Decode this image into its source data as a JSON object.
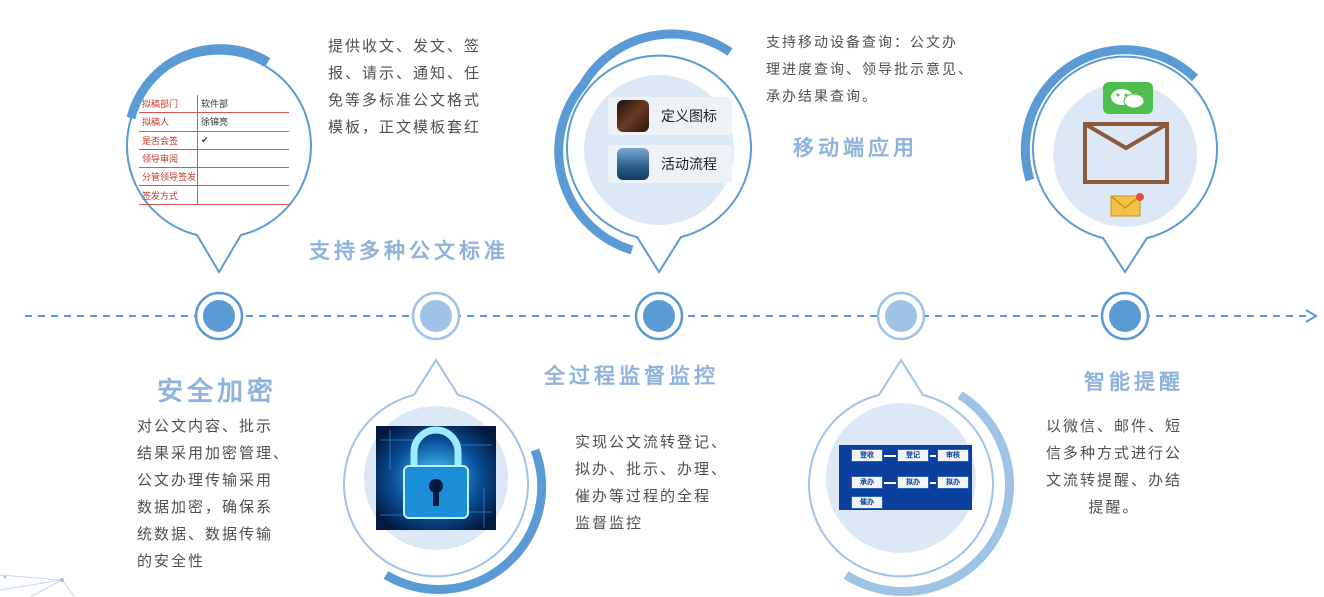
{
  "features": {
    "standards": {
      "title": "支持多种公文标准",
      "desc": "提供收文、发文、签\n报、请示、通知、任\n免等多标准公文格式\n模板，正文模板套红"
    },
    "mobile": {
      "title": "移动端应用",
      "desc": "支持移动设备查询：公文办\n理进度查询、领导批示意见、\n承办结果查询。"
    },
    "security": {
      "title": "安全加密",
      "desc": "对公文内容、批示\n结果采用加密管理、\n公文办理传输采用\n数据加密，确保系\n统数据、数据传输\n的安全性"
    },
    "monitoring": {
      "title": "全过程监督监控",
      "desc": "实现公文流转登记、\n拟办、批示、办理、\n催办等过程的全程\n监督监控"
    },
    "reminder": {
      "title": "智能提醒",
      "desc": "以微信、邮件、短\n信多种方式进行公\n文流转提醒、办结\n提醒。"
    }
  },
  "form": {
    "rows": [
      {
        "label": "拟稿部门",
        "value": "软件部"
      },
      {
        "label": "拟稿人",
        "value": "徐锦亮"
      },
      {
        "label": "是否会签",
        "value": "✔"
      },
      {
        "label": "领导审阅",
        "value": ""
      },
      {
        "label": "分管领导签发",
        "value": ""
      },
      {
        "label": "签发方式",
        "value": ""
      }
    ]
  },
  "mobile_list": [
    {
      "label": "定义图标",
      "thumb_color": "#4a2a1a"
    },
    {
      "label": "活动流程",
      "thumb_color": "#3d6a95"
    }
  ],
  "flow": {
    "steps": [
      "登收",
      "登记",
      "审核",
      "承办",
      "拟办",
      "拟办",
      "催办"
    ]
  },
  "colors": {
    "primary": "#5b9bd5",
    "light": "#9fc3e7",
    "title": "#8fb3dc",
    "pale": "#dce8f6"
  },
  "icons": {
    "wechat": "wechat-icon",
    "envelope": "envelope-icon",
    "mail_badge": "mail-notification-icon",
    "lock": "padlock-icon"
  }
}
